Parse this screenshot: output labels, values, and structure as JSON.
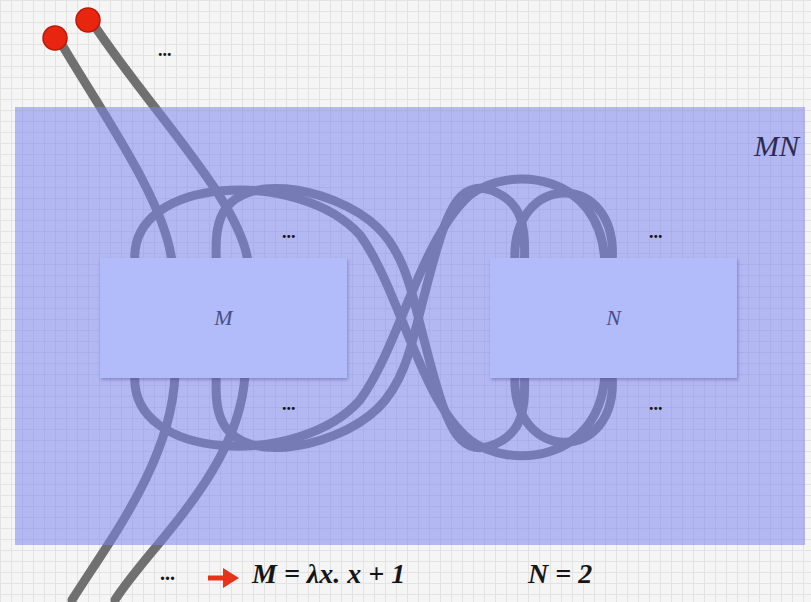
{
  "diagram": {
    "nodes": [
      {
        "text": [
          "MN"
        ]
      },
      {
        "text": [
          "M"
        ],
        "in": 0
      },
      {
        "text": [
          "N"
        ],
        "in": 0
      }
    ],
    "edges": [
      {
        "from": 1,
        "to": 2,
        "arrow": "none"
      },
      {
        "from": 1,
        "to": 2,
        "arrow": "none"
      }
    ],
    "labels": [
      "...",
      "...",
      "...",
      "...",
      "...",
      "...",
      "M = λx. x + 1",
      "N = 2"
    ]
  }
}
